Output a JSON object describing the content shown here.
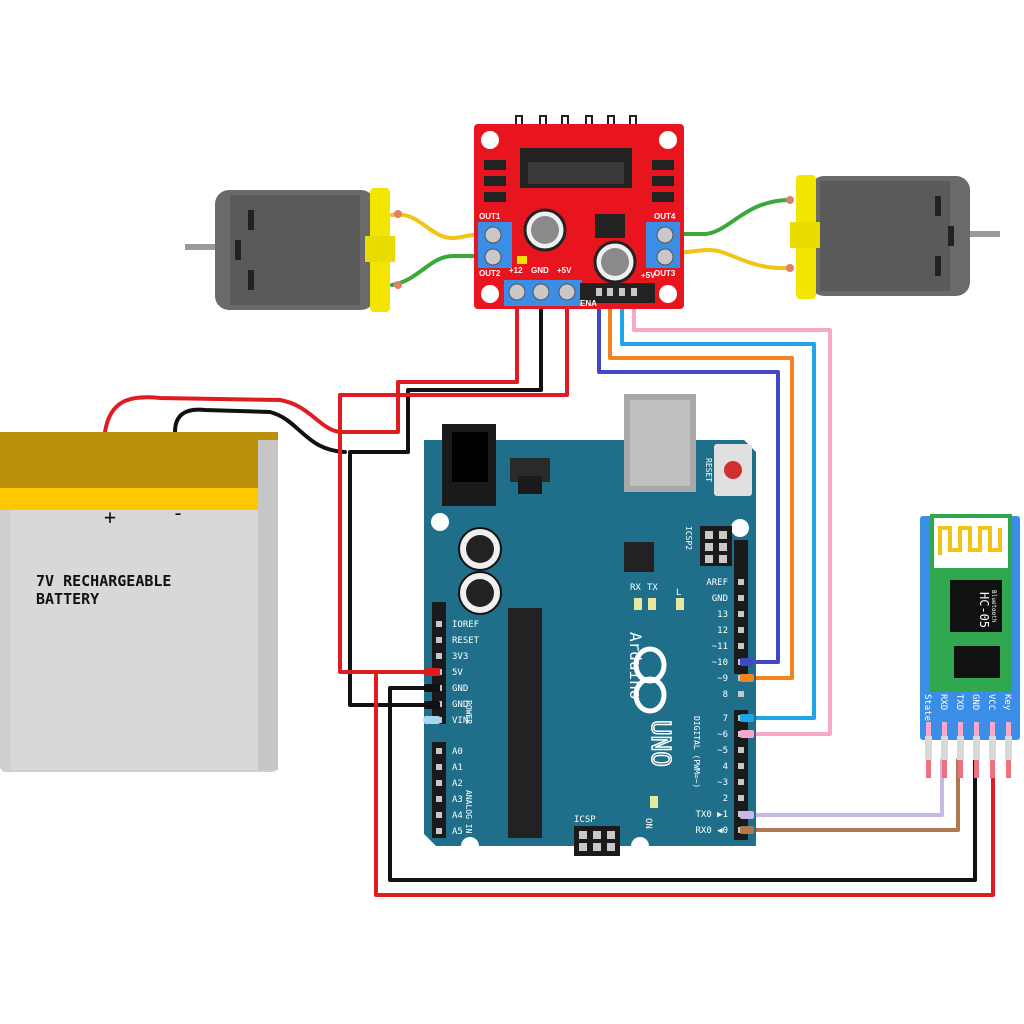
{
  "battery": {
    "label_line1": "7V RECHARGEABLE",
    "label_line2": "BATTERY",
    "plus": "+",
    "minus": "-"
  },
  "driver": {
    "out1": "OUT1",
    "out2": "OUT2",
    "out3": "OUT3",
    "out4": "OUT4",
    "v12": "+12",
    "gnd": "GND",
    "v5": "+5V",
    "ena": "ENA",
    "enb": "+5V"
  },
  "arduino": {
    "reset": "RESET",
    "icsp2": "ICSP2",
    "icsp": "ICSP",
    "tx": "TX",
    "rx": "RX",
    "l": "L",
    "on": "ON",
    "brand": "Arduino",
    "model": "UNO",
    "digital": "DIGITAL (PWM=~)",
    "power": "POWER",
    "analog": "ANALOG IN",
    "power_pins": [
      "IOREF",
      "RESET",
      "3V3",
      "5V",
      "GND",
      "GND",
      "VIN"
    ],
    "analog_pins": [
      "A0",
      "A1",
      "A2",
      "A3",
      "A4",
      "A5"
    ],
    "digital_pins": [
      "AREF",
      "GND",
      "13",
      "12",
      "~11",
      "~10",
      "~9",
      "8",
      "7",
      "~6",
      "~5",
      "4",
      "~3",
      "2",
      "TX0 ▶1",
      "RX0 ◀0"
    ]
  },
  "bluetooth": {
    "model": "HC-05",
    "sub": "Bluetooth",
    "pins": [
      "State",
      "RXD",
      "TXD",
      "GND",
      "VCC",
      "Key"
    ]
  },
  "colors": {
    "board": "#1f6f8b",
    "driver": "#e8141e",
    "bt_board": "#3b8ee6",
    "bt_green": "#2fa84f",
    "battery_top": "#b8900a",
    "battery_band": "#ffc700",
    "battery_body": "#d4d4d4",
    "motor_body": "#6a6a6a",
    "motor_cap": "#f2e600",
    "wire_red": "#e11b22",
    "wire_black": "#111111",
    "wire_blue": "#4048c8",
    "wire_orange": "#f58220",
    "wire_cyan": "#1ea5e8",
    "wire_pink": "#f7a8c8",
    "wire_purple": "#c7b8e8",
    "wire_brown": "#b07850",
    "wire_yellow": "#f2c418",
    "wire_green": "#3aa83a"
  }
}
